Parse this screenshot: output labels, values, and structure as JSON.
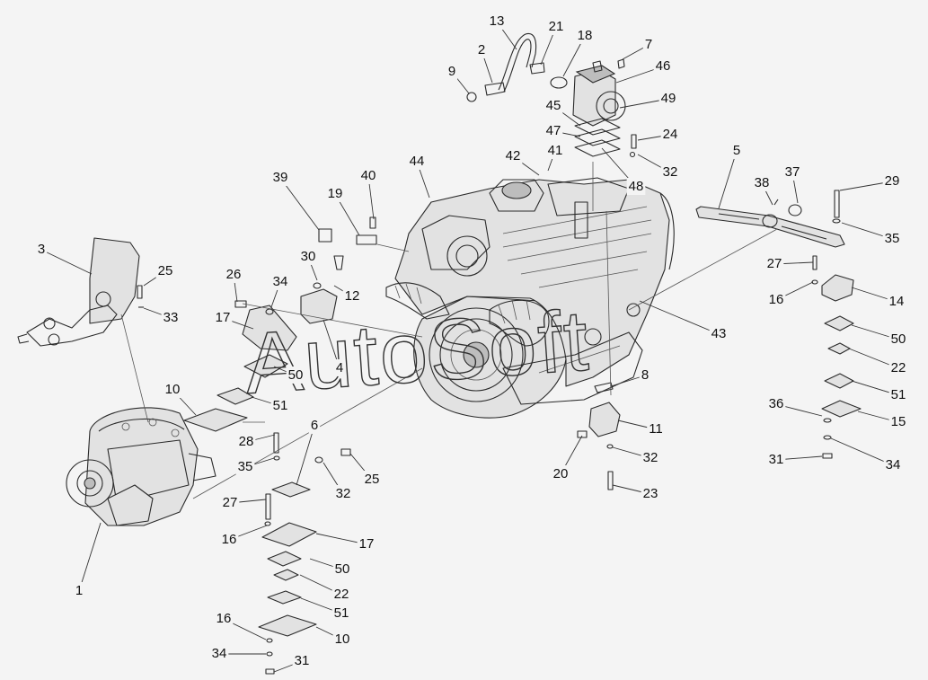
{
  "watermark": "AutoSoft",
  "callouts": [
    {
      "label": "13"
    },
    {
      "label": "21"
    },
    {
      "label": "18"
    },
    {
      "label": "7"
    },
    {
      "label": "2"
    },
    {
      "label": "9"
    },
    {
      "label": "46"
    },
    {
      "label": "45"
    },
    {
      "label": "49"
    },
    {
      "label": "47"
    },
    {
      "label": "41"
    },
    {
      "label": "24"
    },
    {
      "label": "42"
    },
    {
      "label": "32"
    },
    {
      "label": "48"
    },
    {
      "label": "44"
    },
    {
      "label": "5"
    },
    {
      "label": "37"
    },
    {
      "label": "38"
    },
    {
      "label": "29"
    },
    {
      "label": "39"
    },
    {
      "label": "40"
    },
    {
      "label": "19"
    },
    {
      "label": "35"
    },
    {
      "label": "3"
    },
    {
      "label": "25"
    },
    {
      "label": "30"
    },
    {
      "label": "27"
    },
    {
      "label": "26"
    },
    {
      "label": "34"
    },
    {
      "label": "12"
    },
    {
      "label": "16"
    },
    {
      "label": "14"
    },
    {
      "label": "33"
    },
    {
      "label": "17"
    },
    {
      "label": "43"
    },
    {
      "label": "50"
    },
    {
      "label": "4"
    },
    {
      "label": "22"
    },
    {
      "label": "50"
    },
    {
      "label": "22"
    },
    {
      "label": "8"
    },
    {
      "label": "51"
    },
    {
      "label": "10"
    },
    {
      "label": "51"
    },
    {
      "label": "36"
    },
    {
      "label": "11"
    },
    {
      "label": "15"
    },
    {
      "label": "6"
    },
    {
      "label": "28"
    },
    {
      "label": "35"
    },
    {
      "label": "25"
    },
    {
      "label": "32"
    },
    {
      "label": "20"
    },
    {
      "label": "32"
    },
    {
      "label": "31"
    },
    {
      "label": "34"
    },
    {
      "label": "23"
    },
    {
      "label": "27"
    },
    {
      "label": "16"
    },
    {
      "label": "17"
    },
    {
      "label": "1"
    },
    {
      "label": "50"
    },
    {
      "label": "22"
    },
    {
      "label": "51"
    },
    {
      "label": "16"
    },
    {
      "label": "10"
    },
    {
      "label": "34"
    },
    {
      "label": "31"
    }
  ]
}
